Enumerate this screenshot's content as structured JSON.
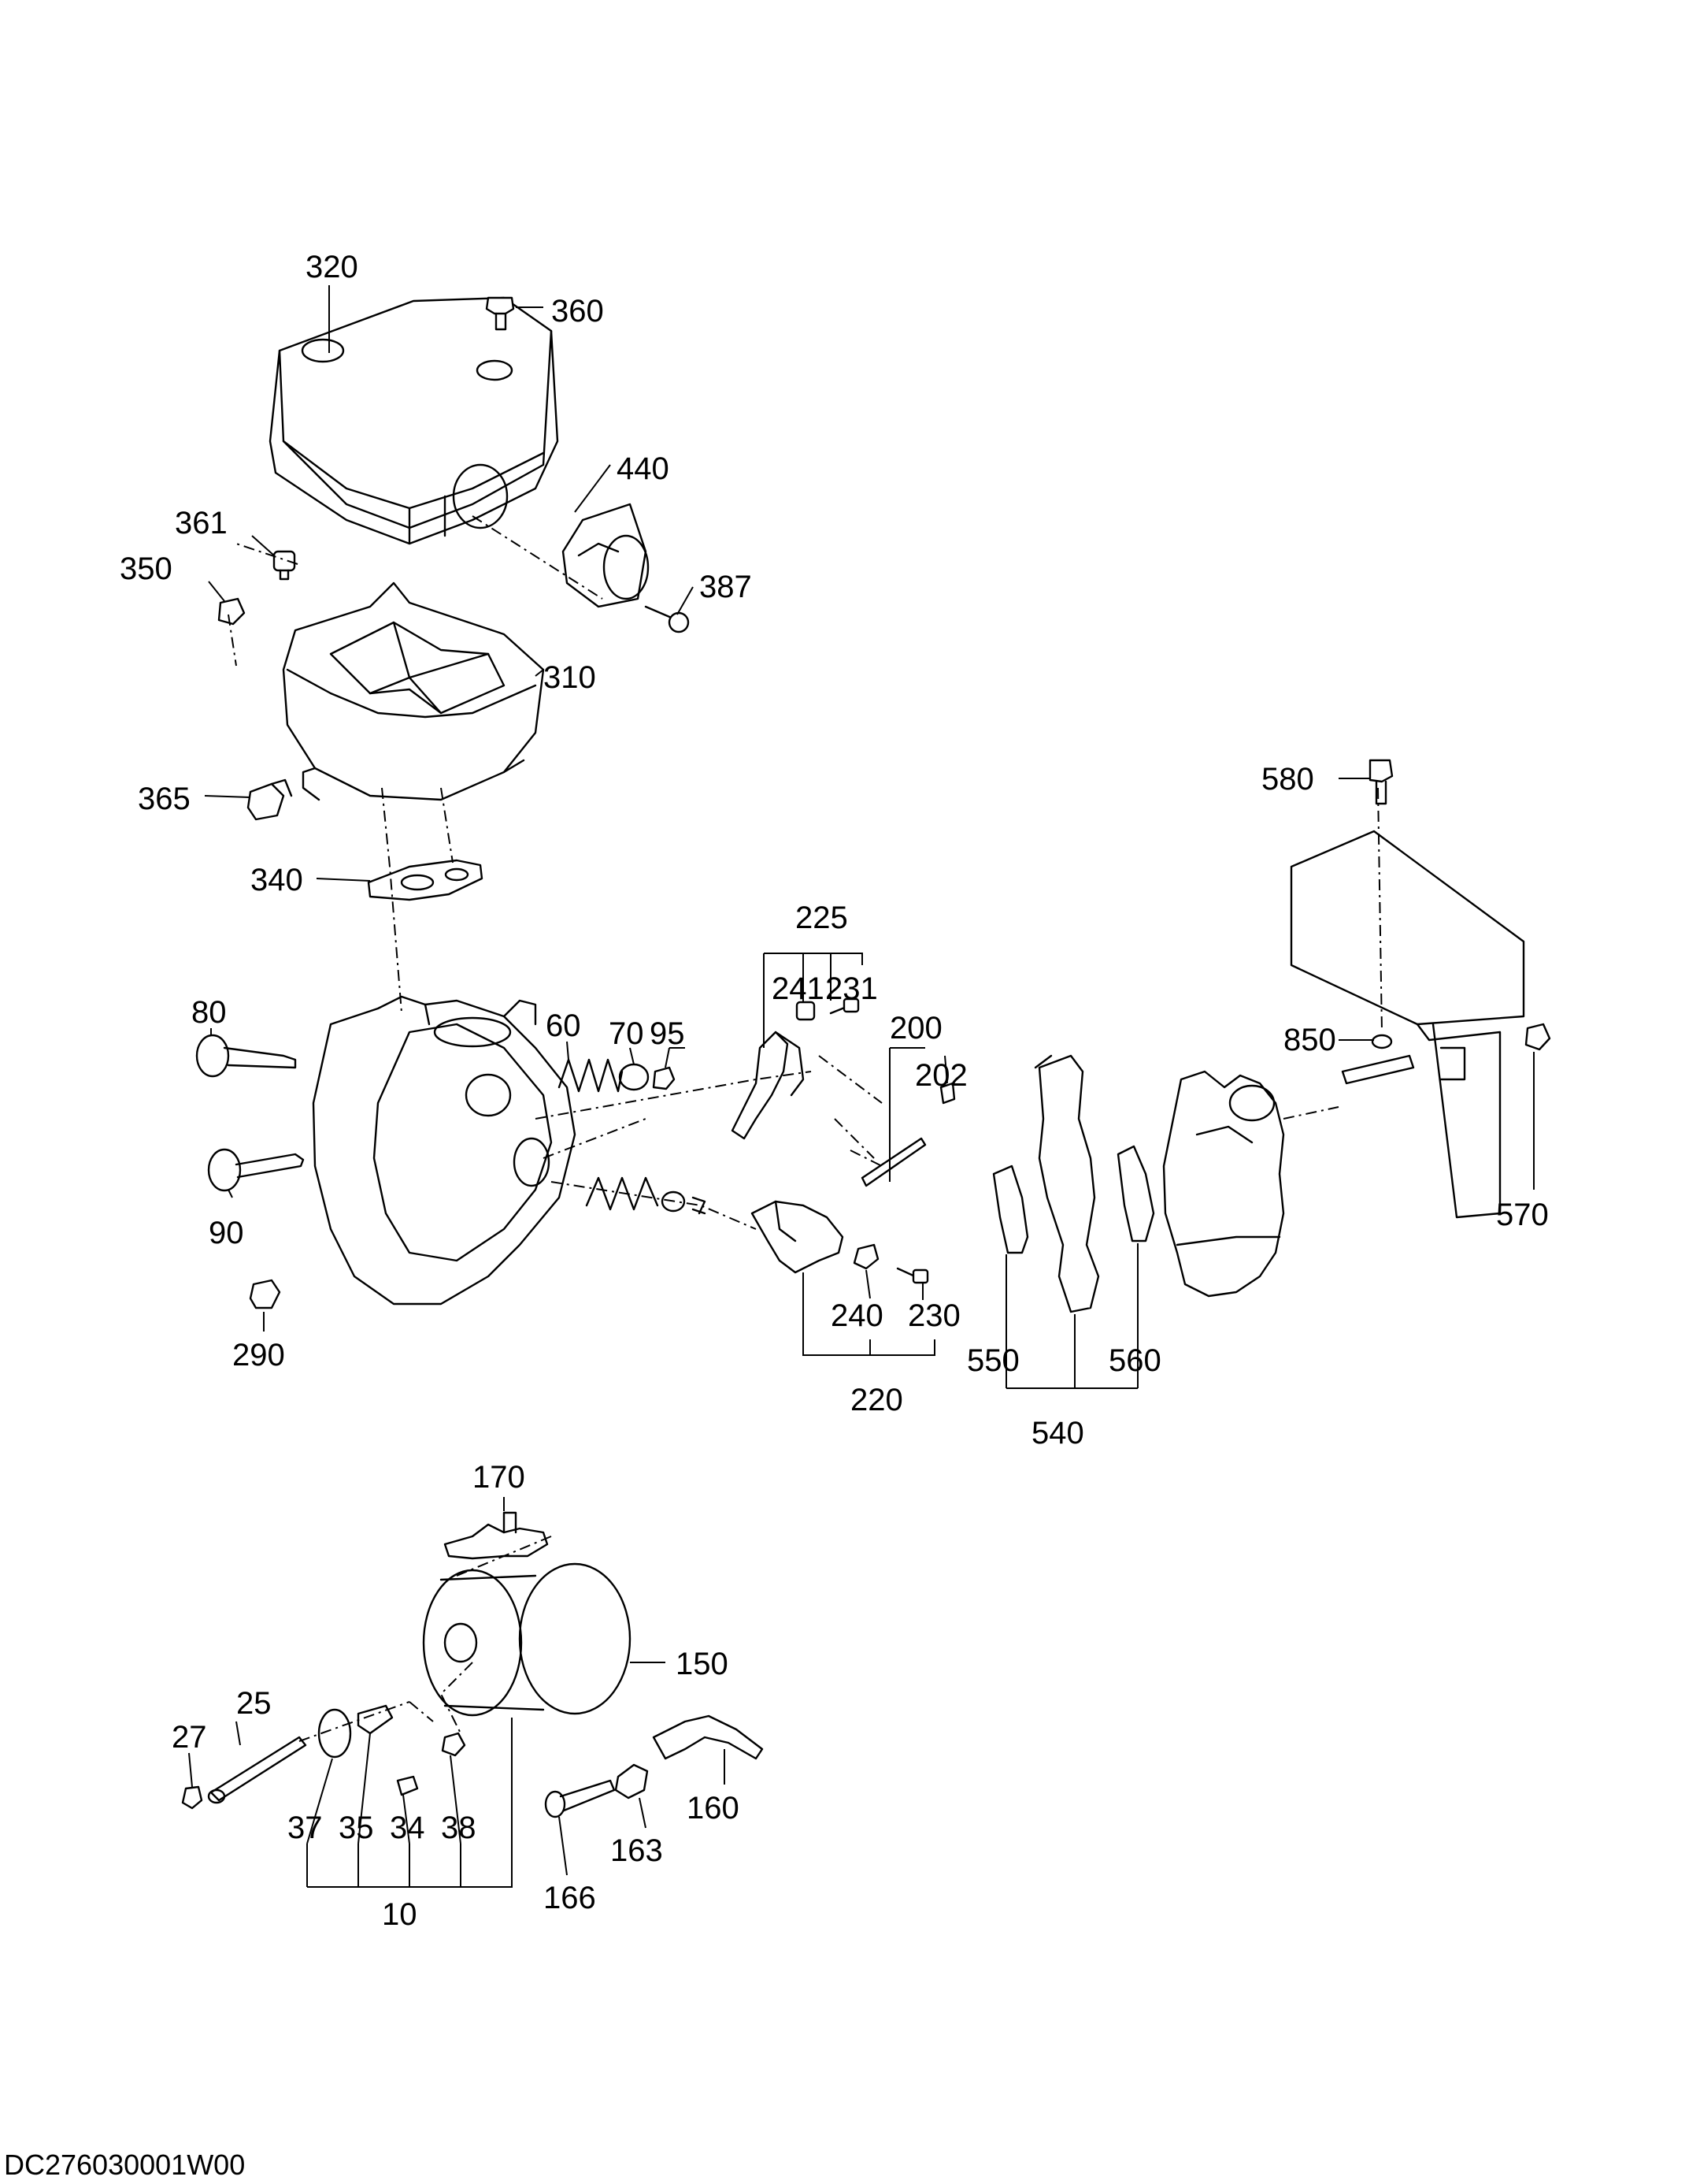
{
  "drawing_code": "DC276030001W00",
  "callouts": {
    "c320": "320",
    "c360": "360",
    "c440": "440",
    "c361": "361",
    "c350": "350",
    "c387": "387",
    "c310": "310",
    "c365": "365",
    "c580": "580",
    "c340": "340",
    "c225": "225",
    "c241": "241",
    "c231": "231",
    "c200": "200",
    "c202": "202",
    "c80": "80",
    "c60": "60",
    "c70": "70",
    "c95": "95",
    "c850": "850",
    "c570": "570",
    "c90": "90",
    "c290": "290",
    "c240": "240",
    "c230": "230",
    "c220": "220",
    "c550": "550",
    "c560": "560",
    "c540": "540",
    "c170": "170",
    "c150": "150",
    "c25": "25",
    "c27": "27",
    "c37": "37",
    "c35": "35",
    "c34": "34",
    "c38": "38",
    "c160": "160",
    "c163": "163",
    "c166": "166",
    "c10": "10"
  }
}
